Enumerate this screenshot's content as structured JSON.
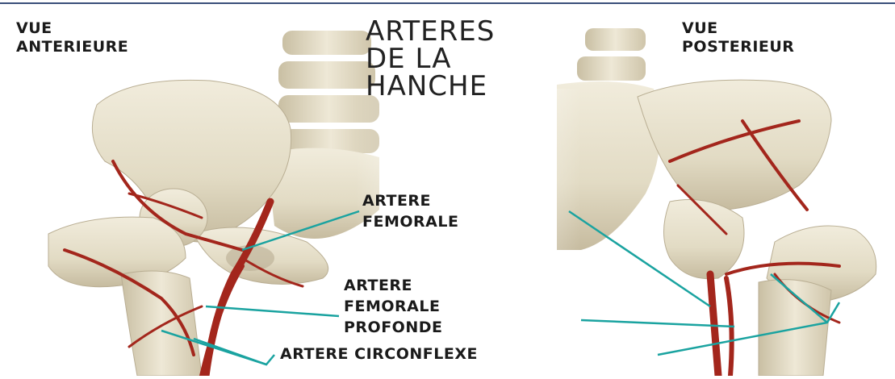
{
  "header": {
    "view_left": [
      "VUE",
      "ANTERIEURE"
    ],
    "view_right": [
      "VUE",
      "POSTERIEUR"
    ],
    "title": [
      "ARTERES",
      "DE LA",
      "HANCHE"
    ]
  },
  "labels": {
    "femoral": [
      "ARTERE",
      "FEMORALE"
    ],
    "deep_femoral": [
      "ARTERE",
      "FEMORALE",
      "PROFONDE"
    ],
    "circumflex": "ARTERE CIRCONFLEXE"
  },
  "colors": {
    "bone": "#e8e2cf",
    "bone_shadow": "#b9ae93",
    "artery": "#a3261c",
    "leader_line": "#1aa3a0",
    "frame_line": "#3a4f7a"
  }
}
